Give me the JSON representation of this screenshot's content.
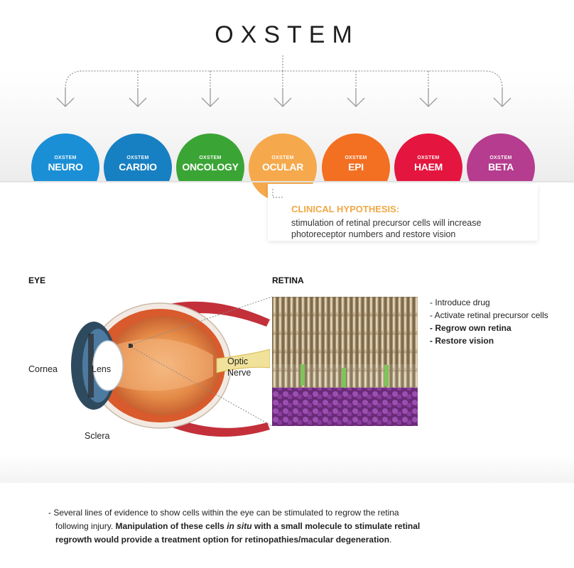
{
  "header": {
    "title": "OXSTEM"
  },
  "platforms": [
    {
      "prefix": "OXSTEM",
      "name": "NEURO",
      "color": "#1a8fd6"
    },
    {
      "prefix": "OXSTEM",
      "name": "CARDIO",
      "color": "#1780c2"
    },
    {
      "prefix": "OXSTEM",
      "name": "ONCOLOGY",
      "color": "#3aa535"
    },
    {
      "prefix": "OXSTEM",
      "name": "OCULAR",
      "color": "#f5a94c"
    },
    {
      "prefix": "OXSTEM",
      "name": "EPI",
      "color": "#f36f21"
    },
    {
      "prefix": "OXSTEM",
      "name": "HAEM",
      "color": "#e4153e"
    },
    {
      "prefix": "OXSTEM",
      "name": "BETA",
      "color": "#b53c8e"
    }
  ],
  "hypothesis": {
    "title": "CLINICAL HYPOTHESIS:",
    "line1": "stimulation of retinal precursor cells will increase",
    "line2": "photoreceptor numbers and restore vision",
    "color": "#f0a845"
  },
  "eye": {
    "heading": "EYE",
    "labels": {
      "cornea": "Cornea",
      "lens": "Lens",
      "optic1": "Optic",
      "optic2": "Nerve",
      "sclera": "Sclera"
    }
  },
  "retina": {
    "heading": "RETINA"
  },
  "steps": [
    {
      "text": "- Introduce drug",
      "bold": false
    },
    {
      "text": "- Activate retinal precursor cells",
      "bold": false
    },
    {
      "text": "- Regrow own retina",
      "bold": true
    },
    {
      "text": "- Restore vision",
      "bold": true
    }
  ],
  "footer": {
    "part1": "- Several lines of evidence to show cells within the eye can be stimulated to regrow the retina",
    "part2": "following injury. ",
    "bold1": "Manipulation of these cells ",
    "italic": "in situ",
    "bold2": " with a small molecule to stimulate retinal",
    "bold3": "regrowth would provide a treatment option for retinopathies/macular degeneration",
    "end": "."
  }
}
